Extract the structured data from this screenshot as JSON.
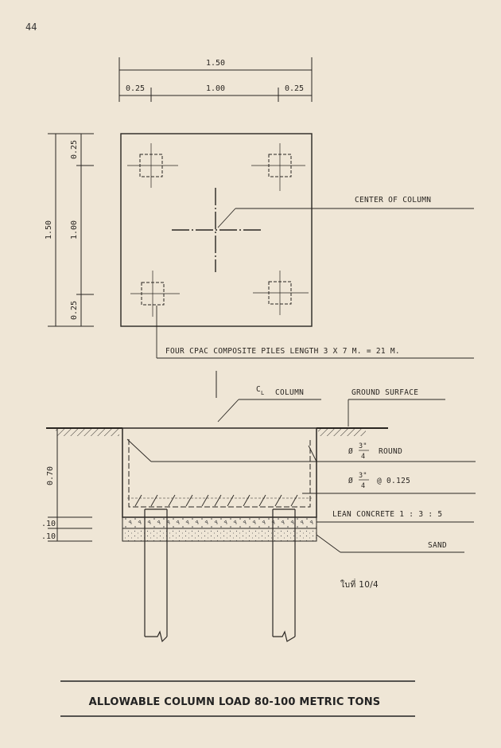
{
  "page_number": "44",
  "top_dims": {
    "overall": "1.50",
    "left_edge": "0.25",
    "middle": "1.00",
    "right_edge": "0.25"
  },
  "left_dims": {
    "overall": "1.50",
    "top_edge": "0.25",
    "middle": "1.00",
    "bottom_edge": "0.25"
  },
  "plan_labels": {
    "center_of_column": "CENTER OF COLUMN",
    "piles": "FOUR CPAC COMPOSITE PILES LENGTH 3 X 7 M. = 21 M."
  },
  "section_labels": {
    "cl_symbol": "C",
    "cl_sub": "L",
    "column": "COLUMN",
    "ground_surface": "GROUND SURFACE",
    "bar_round_prefix": "Ø",
    "bar_num": "3\"",
    "bar_den": "4",
    "round": "ROUND",
    "spacing": "@ 0.125",
    "lean_concrete": "LEAN CONCRETE 1 : 3 : 5",
    "sand": "SAND"
  },
  "section_dims": {
    "depth": "0.70",
    "lean_layer": ".10",
    "sand_layer": ".10"
  },
  "sheet_ref": "ใบที่ 10/4",
  "caption": "ALLOWABLE COLUMN LOAD 80-100 METRIC TONS"
}
